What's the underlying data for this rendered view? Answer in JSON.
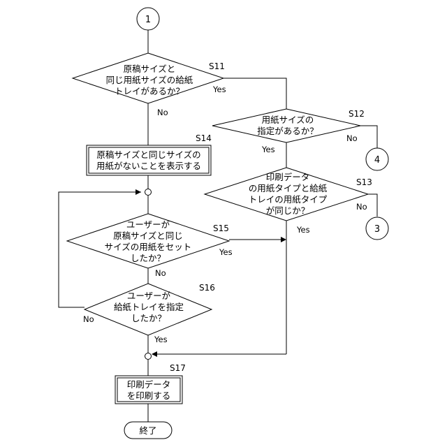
{
  "connectors": {
    "start": "1",
    "to4": "4",
    "to3": "3"
  },
  "steps": {
    "s11": {
      "id": "S11",
      "lines": [
        "原稿サイズと",
        "同じ用紙サイズの給紙",
        "トレイがあるか？"
      ]
    },
    "s12": {
      "id": "S12",
      "lines": [
        "用紙サイズの",
        "指定があるか？"
      ]
    },
    "s13": {
      "id": "S13",
      "lines": [
        "印刷データ",
        "の用紙タイプと給紙",
        "トレイの用紙タイプ",
        "が同じか？"
      ]
    },
    "s14": {
      "id": "S14",
      "lines": [
        "原稿サイズと同じサイズの",
        "用紙がないことを表示する"
      ]
    },
    "s15": {
      "id": "S15",
      "lines": [
        "ユーザーが",
        "原稿サイズと同じ",
        "サイズの用紙をセット",
        "したか？"
      ]
    },
    "s16": {
      "id": "S16",
      "lines": [
        "ユーザーが",
        "給紙トレイを指定",
        "したか？"
      ]
    },
    "s17": {
      "id": "S17",
      "lines": [
        "印刷データ",
        "を印刷する"
      ]
    }
  },
  "terminal": {
    "end": "終了"
  },
  "branches": {
    "s11_yes": "Yes",
    "s11_no": "No",
    "s12_yes": "Yes",
    "s12_no": "No",
    "s13_yes": "Yes",
    "s13_no": "No",
    "s15_yes": "Yes",
    "s15_no": "No",
    "s16_yes": "Yes",
    "s16_no": "No"
  }
}
